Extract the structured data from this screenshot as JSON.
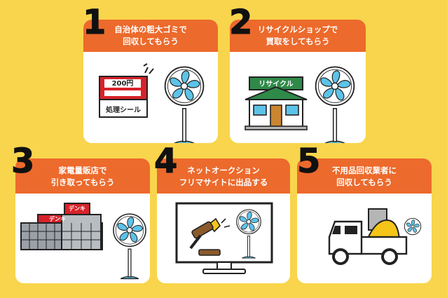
{
  "colors": {
    "background": "#f8d54c",
    "header": "#ec6a2c",
    "fan_blade": "#5cc3e8",
    "card": "#ffffff"
  },
  "cards": [
    {
      "number": "1",
      "title_line1": "自治体の粗大ゴミで",
      "title_line2": "回収してもらう",
      "sticker_price": "200円",
      "sticker_label": "処理シール",
      "icons": [
        "sticker-icon",
        "fan-icon"
      ]
    },
    {
      "number": "2",
      "title_line1": "リサイクルショップで",
      "title_line2": "買取をしてもらう",
      "shop_sign": "リサイクル",
      "icons": [
        "shop-icon",
        "fan-icon"
      ]
    },
    {
      "number": "3",
      "title_line1": "家電量販店で",
      "title_line2": "引き取ってもらう",
      "store_sign": "デンキ",
      "icons": [
        "store-icon",
        "fan-icon"
      ]
    },
    {
      "number": "4",
      "title_line1": "ネットオークション",
      "title_line2": "フリマサイトに出品する",
      "icons": [
        "monitor-icon",
        "gavel-icon",
        "fan-icon"
      ]
    },
    {
      "number": "5",
      "title_line1": "不用品回収業者に",
      "title_line2": "回収してもらう",
      "icons": [
        "truck-icon",
        "fan-icon"
      ]
    }
  ]
}
